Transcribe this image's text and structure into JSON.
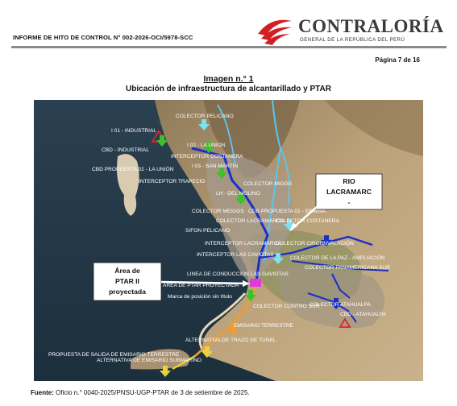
{
  "header": {
    "report_code": "INFORME DE HITO DE CONTROL N° 002-2026-OCI/5978-SCC",
    "page_label": "Página 7 de 16"
  },
  "logo": {
    "name": "CONTRALORÍA",
    "subtitle": "GENERAL DE LA REPÚBLICA DEL PERÚ"
  },
  "figure": {
    "number": "Imagen n.° 1",
    "title": "Ubicación de infraestructura de alcantarillado y PTAR"
  },
  "map": {
    "labels": [
      "COLECTOR PELICANO",
      "I 01 - INDUSTRIAL",
      "CBD - INDUSTRIAL",
      "I 02 - LA UNION",
      "INTERCEPTOR COSTANERA",
      "I 03 - SAN MARTIN",
      "CBD PROPUESTA 02 - LA UNIÓN",
      "INTERCEPTOR TRAPECIO",
      "COLECTOR MIGGS",
      "LH - DEL MOLINO",
      "COLECTOR MEIGGS",
      "CDB PROPUESTA 01 - ERMINA",
      "COLECTOR LACRAMARCA",
      "SIFON PELICANO",
      "COLECTOR COSTANERA",
      "INTERCEPTOR LACRAMARCA",
      "COLECTOR CIRCUNVALACIÓN",
      "INTERCEPTOR LAS CAVIOTAS",
      "COLECTOR DE LA PAZ - AMPLIACIÓN",
      "COLECTOR PANAMERICANA SUR",
      "LINEA DE CONDUCCION LAS GAVIOTAS",
      "AREA DE PTAR PROYECTADA",
      "Marca de posición sin título",
      "COLECTOR ATAHUALPA",
      "CBD - ATAHUALPA",
      "COLECTOR CONTRO SUR",
      "EMISARIO TERRESTRE",
      "PROPUESTA DE SALIDA DE EMISARIO TERRESTRE",
      "ALTERNATIVA DE TRAZO DE TUNEL",
      "ALTERNATIVA DE EMISARIO SUBMARINO"
    ],
    "callouts": {
      "river": [
        "RIO",
        "LACRAMARC",
        "-"
      ],
      "ptar": [
        "Área de",
        "PTAR II",
        "proyectada"
      ]
    },
    "colors": {
      "land": "#bba27c",
      "sea": "#24394a",
      "river": "#5bc6f2",
      "collector": "#1b2ec9",
      "marker": "#3fbf2b",
      "warning": "#d62828"
    }
  },
  "source": {
    "label": "Fuente:",
    "text": "Oficio n.° 0040-2025/PNSU-UGP-PTAR de 3 de setiembre de 2025."
  }
}
